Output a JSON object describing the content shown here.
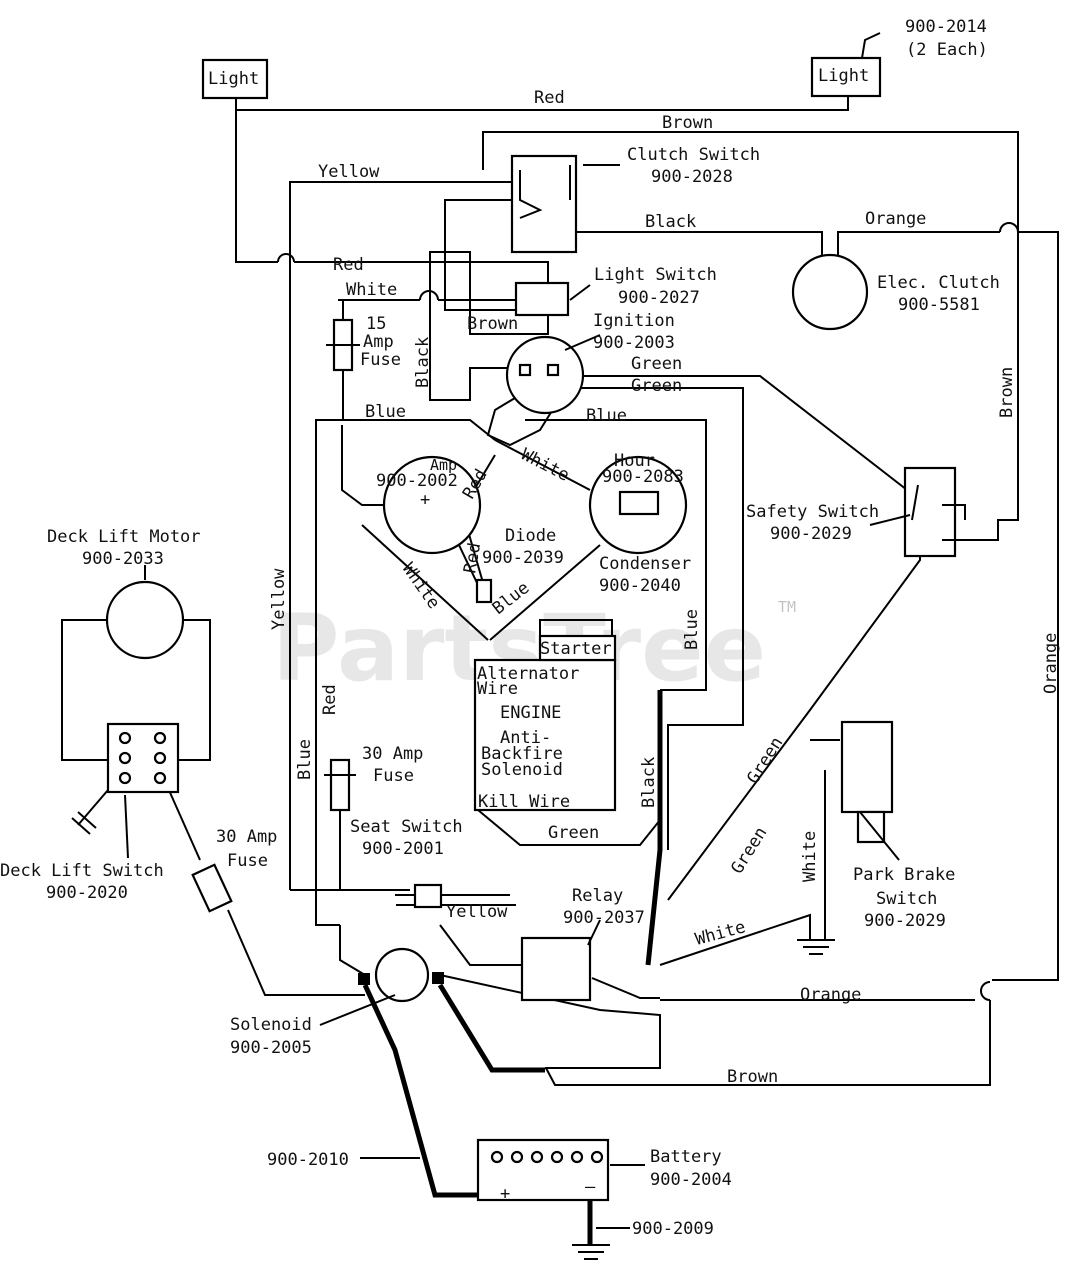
{
  "components": {
    "light_left": "Light",
    "light_right": "Light",
    "light_part": "900-2014",
    "light_qty": "(2 Each)",
    "clutch_switch": "Clutch Switch",
    "clutch_switch_part": "900-2028",
    "elec_clutch": "Elec. Clutch",
    "elec_clutch_part": "900-5581",
    "light_switch": "Light Switch",
    "light_switch_part": "900-2027",
    "ignition": "Ignition",
    "ignition_part": "900-2003",
    "fuse15_a": "15",
    "fuse15_b": "Amp",
    "fuse15_c": "Fuse",
    "amp_gauge": "Amp",
    "amp_gauge_part": "900-2002",
    "hour_meter": "Hour",
    "hour_meter_part": "900-2083",
    "diode": "Diode",
    "diode_part": "900-2039",
    "condenser": "Condenser",
    "condenser_part": "900-2040",
    "safety_switch": "Safety Switch",
    "safety_switch_part": "900-2029",
    "deck_lift_motor": "Deck Lift Motor",
    "deck_lift_motor_part": "900-2033",
    "starter": "Starter",
    "alternator_a": "Alternator",
    "alternator_b": "Wire",
    "engine": "ENGINE",
    "antibackfire_a": "Anti-",
    "antibackfire_b": "Backfire",
    "antibackfire_c": "Solenoid",
    "kill_wire": "Kill Wire",
    "fuse30_a": "30 Amp",
    "fuse30_b": "Fuse",
    "fuse30b_a": "30 Amp",
    "fuse30b_b": "Fuse",
    "deck_lift_switch": "Deck Lift Switch",
    "deck_lift_switch_part": "900-2020",
    "seat_switch": "Seat Switch",
    "seat_switch_part": "900-2001",
    "relay": "Relay",
    "relay_part": "900-2037",
    "park_brake_a": "Park Brake",
    "park_brake_b": "Switch",
    "park_brake_part": "900-2029",
    "solenoid": "Solenoid",
    "solenoid_part": "900-2005",
    "battery": "Battery",
    "battery_part": "900-2004",
    "cable_part": "900-2010",
    "ground_part": "900-2009"
  },
  "wires": {
    "red_top": "Red",
    "brown_top": "Brown",
    "yellow_top": "Yellow",
    "black_clutch": "Black",
    "orange_top": "Orange",
    "red_mid": "Red",
    "white_mid": "White",
    "brown_mid": "Brown",
    "black_vert": "Black",
    "green_1": "Green",
    "green_2": "Green",
    "blue_left": "Blue",
    "blue_right": "Blue",
    "brown_right": "Brown",
    "white_diag": "White",
    "red_diag": "Red",
    "white_amp": "White",
    "red_diode": "Red",
    "blue_diode": "Blue",
    "blue_vert": "Blue",
    "yellow_left": "Yellow",
    "red_left": "Red",
    "blue_left_low": "Blue",
    "orange_right": "Orange",
    "black_engine": "Black",
    "green_engine": "Green",
    "green_diag1": "Green",
    "green_diag2": "Green",
    "white_park": "White",
    "yellow_seat": "Yellow",
    "white_relay": "White",
    "orange_bottom": "Orange",
    "brown_bottom": "Brown"
  },
  "watermark": "PartsTree",
  "watermark_tm": "TM"
}
